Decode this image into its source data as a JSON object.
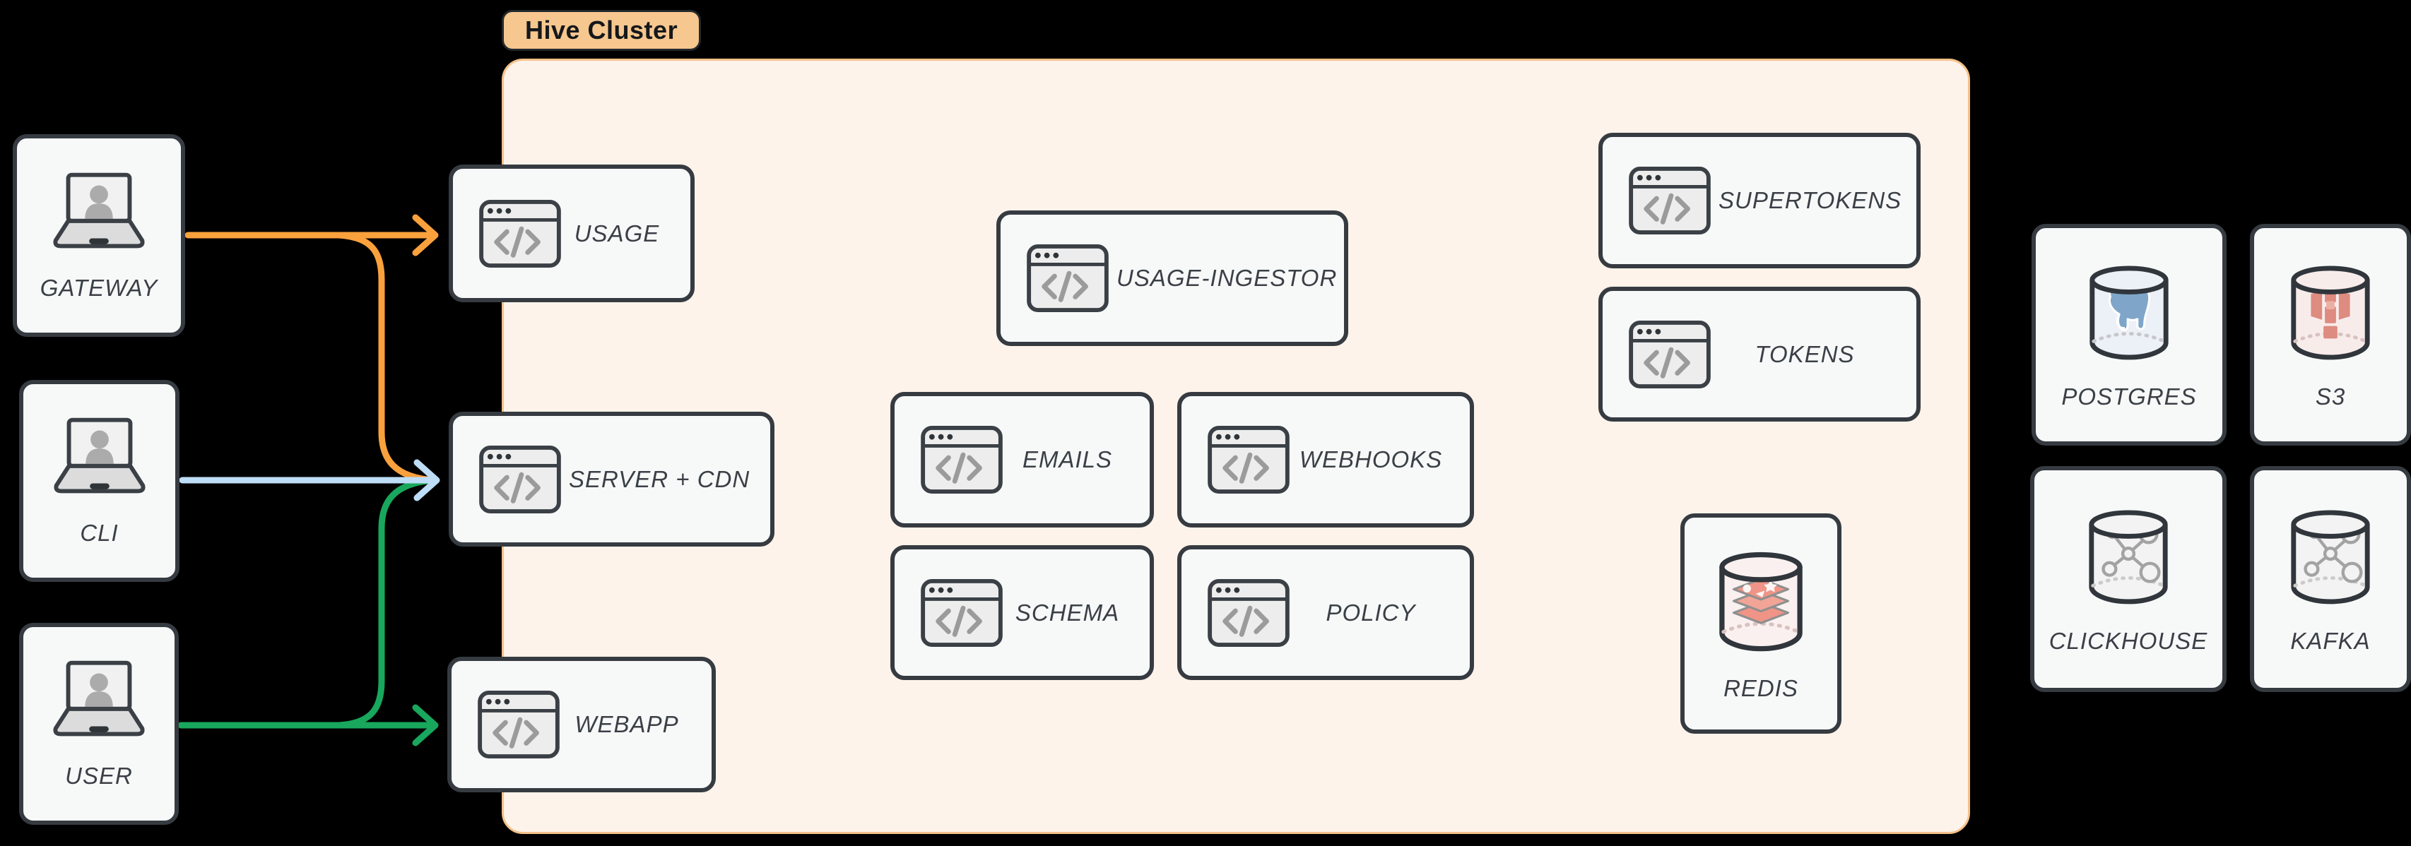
{
  "title": "Hive Cluster architecture diagram",
  "cluster": {
    "label": "Hive Cluster"
  },
  "nodes": {
    "gateway": {
      "label": "GATEWAY",
      "icon": "laptop-user"
    },
    "cli": {
      "label": "CLI",
      "icon": "laptop-user"
    },
    "user": {
      "label": "USER",
      "icon": "laptop-user"
    },
    "usage": {
      "label": "USAGE",
      "icon": "code-window"
    },
    "server_cdn": {
      "label": "SERVER + CDN",
      "icon": "code-window"
    },
    "webapp": {
      "label": "WEBAPP",
      "icon": "code-window"
    },
    "usage_ingestor": {
      "label": "USAGE-INGESTOR",
      "icon": "code-window"
    },
    "emails": {
      "label": "EMAILS",
      "icon": "code-window"
    },
    "webhooks": {
      "label": "WEBHOOKS",
      "icon": "code-window"
    },
    "schema": {
      "label": "SCHEMA",
      "icon": "code-window"
    },
    "policy": {
      "label": "POLICY",
      "icon": "code-window"
    },
    "supertokens": {
      "label": "SUPERTOKENS",
      "icon": "code-window"
    },
    "tokens": {
      "label": "TOKENS",
      "icon": "code-window"
    },
    "redis": {
      "label": "REDIS",
      "icon": "redis-database"
    },
    "postgres": {
      "label": "POSTGRES",
      "icon": "postgres-database"
    },
    "s3": {
      "label": "S3",
      "icon": "s3-database"
    },
    "clickhouse": {
      "label": "CLICKHOUSE",
      "icon": "network-database"
    },
    "kafka": {
      "label": "KAFKA",
      "icon": "network-database"
    }
  },
  "edges": [
    {
      "from": "GATEWAY",
      "to": "USAGE",
      "color_key": "edge_orange"
    },
    {
      "from": "GATEWAY",
      "to": "SERVER + CDN",
      "color_key": "edge_orange"
    },
    {
      "from": "CLI",
      "to": "SERVER + CDN",
      "color_key": "edge_blue"
    },
    {
      "from": "USER",
      "to": "SERVER + CDN",
      "color_key": "edge_green"
    },
    {
      "from": "USER",
      "to": "WEBAPP",
      "color_key": "edge_green"
    }
  ],
  "colors": {
    "background": "#000000",
    "edge_orange": "#F9A13C",
    "edge_blue": "#BEDDF6",
    "edge_green": "#18A75C",
    "node_fill": "#F7F9F9",
    "node_border": "#363B41",
    "cluster_fill": "#FDF3EA",
    "cluster_border": "#F5C18A",
    "cluster_label_fill": "#F6C78E",
    "label_text": "#3A4046"
  }
}
